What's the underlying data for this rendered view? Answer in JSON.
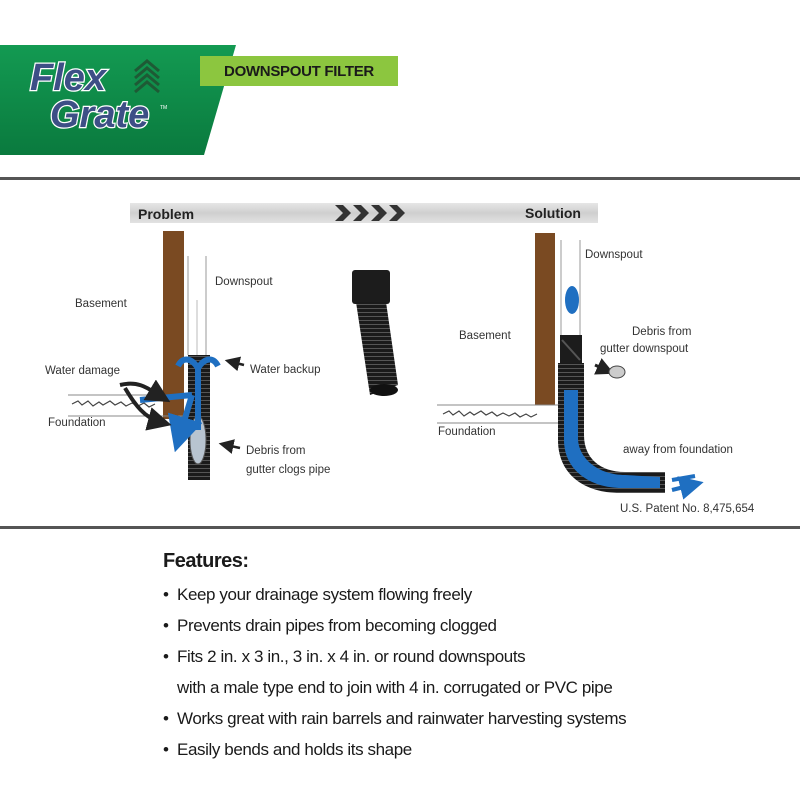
{
  "header": {
    "logo_line1": "Flex",
    "logo_line2": "Grate",
    "logo_tm": "TM",
    "product_type": "DOWNSPOUT FILTER",
    "brand_green": "#0f8a4a",
    "tag_green": "#8cc63f"
  },
  "diagram": {
    "problem_label": "Problem",
    "solution_label": "Solution",
    "problem": {
      "basement": "Basement",
      "downspout": "Downspout",
      "water_backup": "Water backup",
      "water_damage": "Water damage",
      "foundation": "Foundation",
      "debris_line1": "Debris from",
      "debris_line2": "gutter clogs pipe"
    },
    "solution": {
      "downspout": "Downspout",
      "basement": "Basement",
      "debris_line1": "Debris from",
      "debris_line2": "gutter downspout",
      "foundation": "Foundation",
      "away": "away from foundation",
      "patent": "U.S. Patent No. 8,475,654"
    },
    "water_color": "#1f6fc1",
    "wall_color": "#7a4a22"
  },
  "features": {
    "title": "Features:",
    "bullet": "•",
    "items": [
      "Keep your drainage system flowing freely",
      "Prevents drain pipes from becoming clogged",
      "Fits 2 in. x 3 in., 3 in. x 4 in. or round downspouts",
      "with a male type end to join with 4 in. corrugated or PVC pipe",
      "Works great with rain barrels and rainwater harvesting systems",
      "Easily bends and holds its shape"
    ]
  }
}
